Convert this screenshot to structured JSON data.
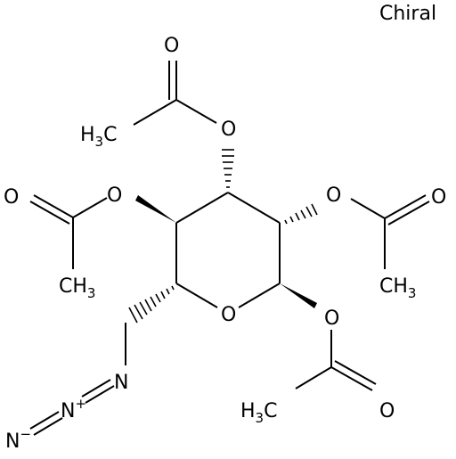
{
  "stereo_flag": "Chiral",
  "atoms": {
    "ring_oxygen": "O",
    "oac1_oxygen": "O",
    "oac2_oxygen": "O",
    "oac3_oxygen": "O",
    "oac4_oxygen": "O",
    "carbonyl1_oxygen": "O",
    "carbonyl2_oxygen": "O",
    "carbonyl3_oxygen": "O",
    "carbonyl4_oxygen": "O",
    "methyl_top": {
      "text": "H",
      "sub": "3",
      "tail": "C"
    },
    "methyl_left": {
      "text": "CH",
      "sub": "3"
    },
    "methyl_right": {
      "text": "CH",
      "sub": "3"
    },
    "methyl_bottom": {
      "text": "H",
      "sub": "3",
      "tail": "C"
    },
    "azide_n1": "N",
    "azide_n2": {
      "text": "N",
      "sup": "+"
    },
    "azide_n3": {
      "text": "N",
      "sup": "−"
    }
  }
}
